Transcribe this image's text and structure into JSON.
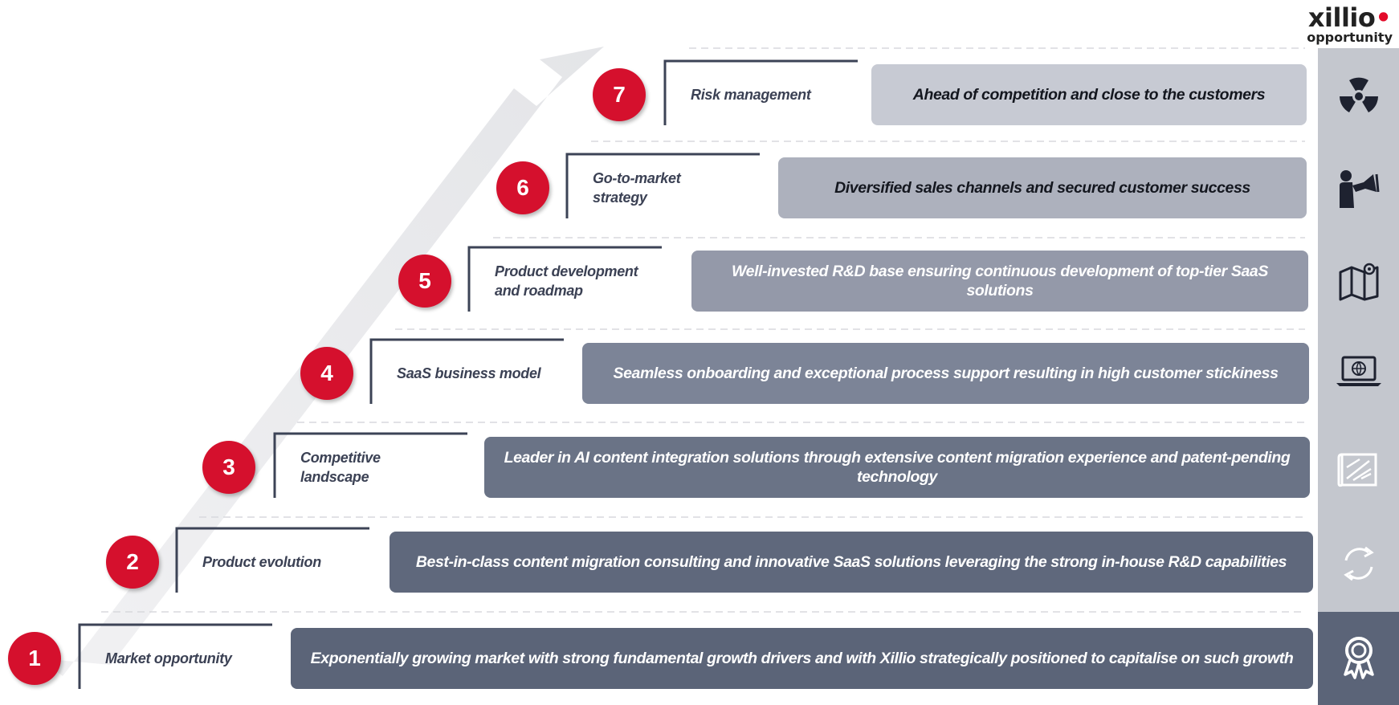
{
  "logo": {
    "brand": "xillio",
    "subtitle": "opportunity"
  },
  "steps": [
    {
      "number": "1",
      "label": "Market opportunity",
      "description": "Exponentially growing market with strong fundamental growth drivers and with Xillio strategically positioned to capitalise on such growth",
      "icon": "award-ribbon-icon"
    },
    {
      "number": "2",
      "label": "Product evolution",
      "description": "Best-in-class content migration consulting and innovative SaaS solutions leveraging the strong in-house R&D capabilities",
      "icon": "refresh-cycle-icon"
    },
    {
      "number": "3",
      "label": "Competitive\nlandscape",
      "description": "Leader in AI content integration solutions through extensive content migration experience and patent-pending technology",
      "icon": "blueprint-icon"
    },
    {
      "number": "4",
      "label": "SaaS business model",
      "description": "Seamless onboarding and exceptional process support resulting in high customer stickiness",
      "icon": "laptop-globe-icon"
    },
    {
      "number": "5",
      "label": "Product development\nand roadmap",
      "description": "Well-invested R&D base ensuring continuous development of top-tier SaaS solutions",
      "icon": "map-pin-icon"
    },
    {
      "number": "6",
      "label": "Go-to-market\nstrategy",
      "description": "Diversified sales channels and secured customer success",
      "icon": "megaphone-person-icon"
    },
    {
      "number": "7",
      "label": "Risk management",
      "description": "Ahead of competition and close to the customers",
      "icon": "hazard-icon"
    }
  ],
  "colors": {
    "accent_red": "#d5102d",
    "box_colors": [
      "#5b6478",
      "#5f687c",
      "#6a7386",
      "#7c8497",
      "#9499a9",
      "#adb1bd",
      "#c7cad3"
    ],
    "sidebar": "#c4c7ce"
  }
}
